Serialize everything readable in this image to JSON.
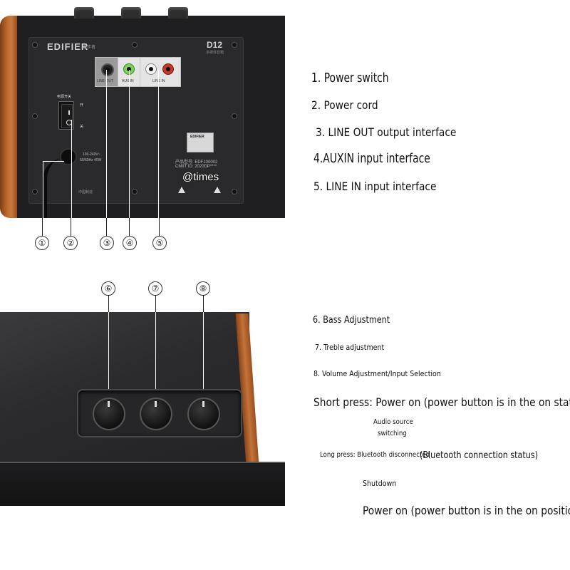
{
  "rear_panel": {
    "brand": "EDIFIER",
    "brand_cn": "漫步者",
    "model": "D12",
    "model_sub": "多媒体音箱",
    "line_out_label": "LINE OUT",
    "aux_in_label": "AUX IN",
    "line_in_label": "LINE IN",
    "left_label": "L",
    "right_label": "R",
    "power_switch_label": "电源开关",
    "switch_on": "开",
    "switch_off": "关",
    "voltage": "100-240V~",
    "frequency": "50/60Hz  40W",
    "cert_brand": "EDIFIER",
    "product_model": "产品型号: EDF100002",
    "cmiit": "CMIIT ID: 2020DP****",
    "made_in": "中国制造",
    "watermark": "@times"
  },
  "callout_numbers": {
    "n1": "①",
    "n2": "②",
    "n3": "③",
    "n4": "④",
    "n5": "⑤",
    "n6": "⑥",
    "n7": "⑦",
    "n8": "⑧"
  },
  "rear_labels": {
    "l1": "1. Power switch",
    "l2": "2. Power cord",
    "l3": "3. LINE OUT output interface",
    "l4": "4.AUXIN input interface",
    "l5": "5. LINE IN input interface"
  },
  "top_labels": {
    "l6": "6. Bass Adjustment",
    "l7": "7. Treble adjustment",
    "l8": "8. Volume Adjustment/Input Selection",
    "short_press": "Short press: Power on (power button is in the on state)",
    "audio_source_line1": "Audio source",
    "audio_source_line2": "switching",
    "long_press": "Long press: Bluetooth disconnected",
    "bt_status": "(Bluetooth connection status)",
    "shutdown": "Shutdown",
    "power_on": "Power on (power button is in the on position)"
  },
  "colors": {
    "background": "#ffffff",
    "speaker_body": "#1f1f21",
    "wood": "#b9652b",
    "text": "#111111"
  }
}
